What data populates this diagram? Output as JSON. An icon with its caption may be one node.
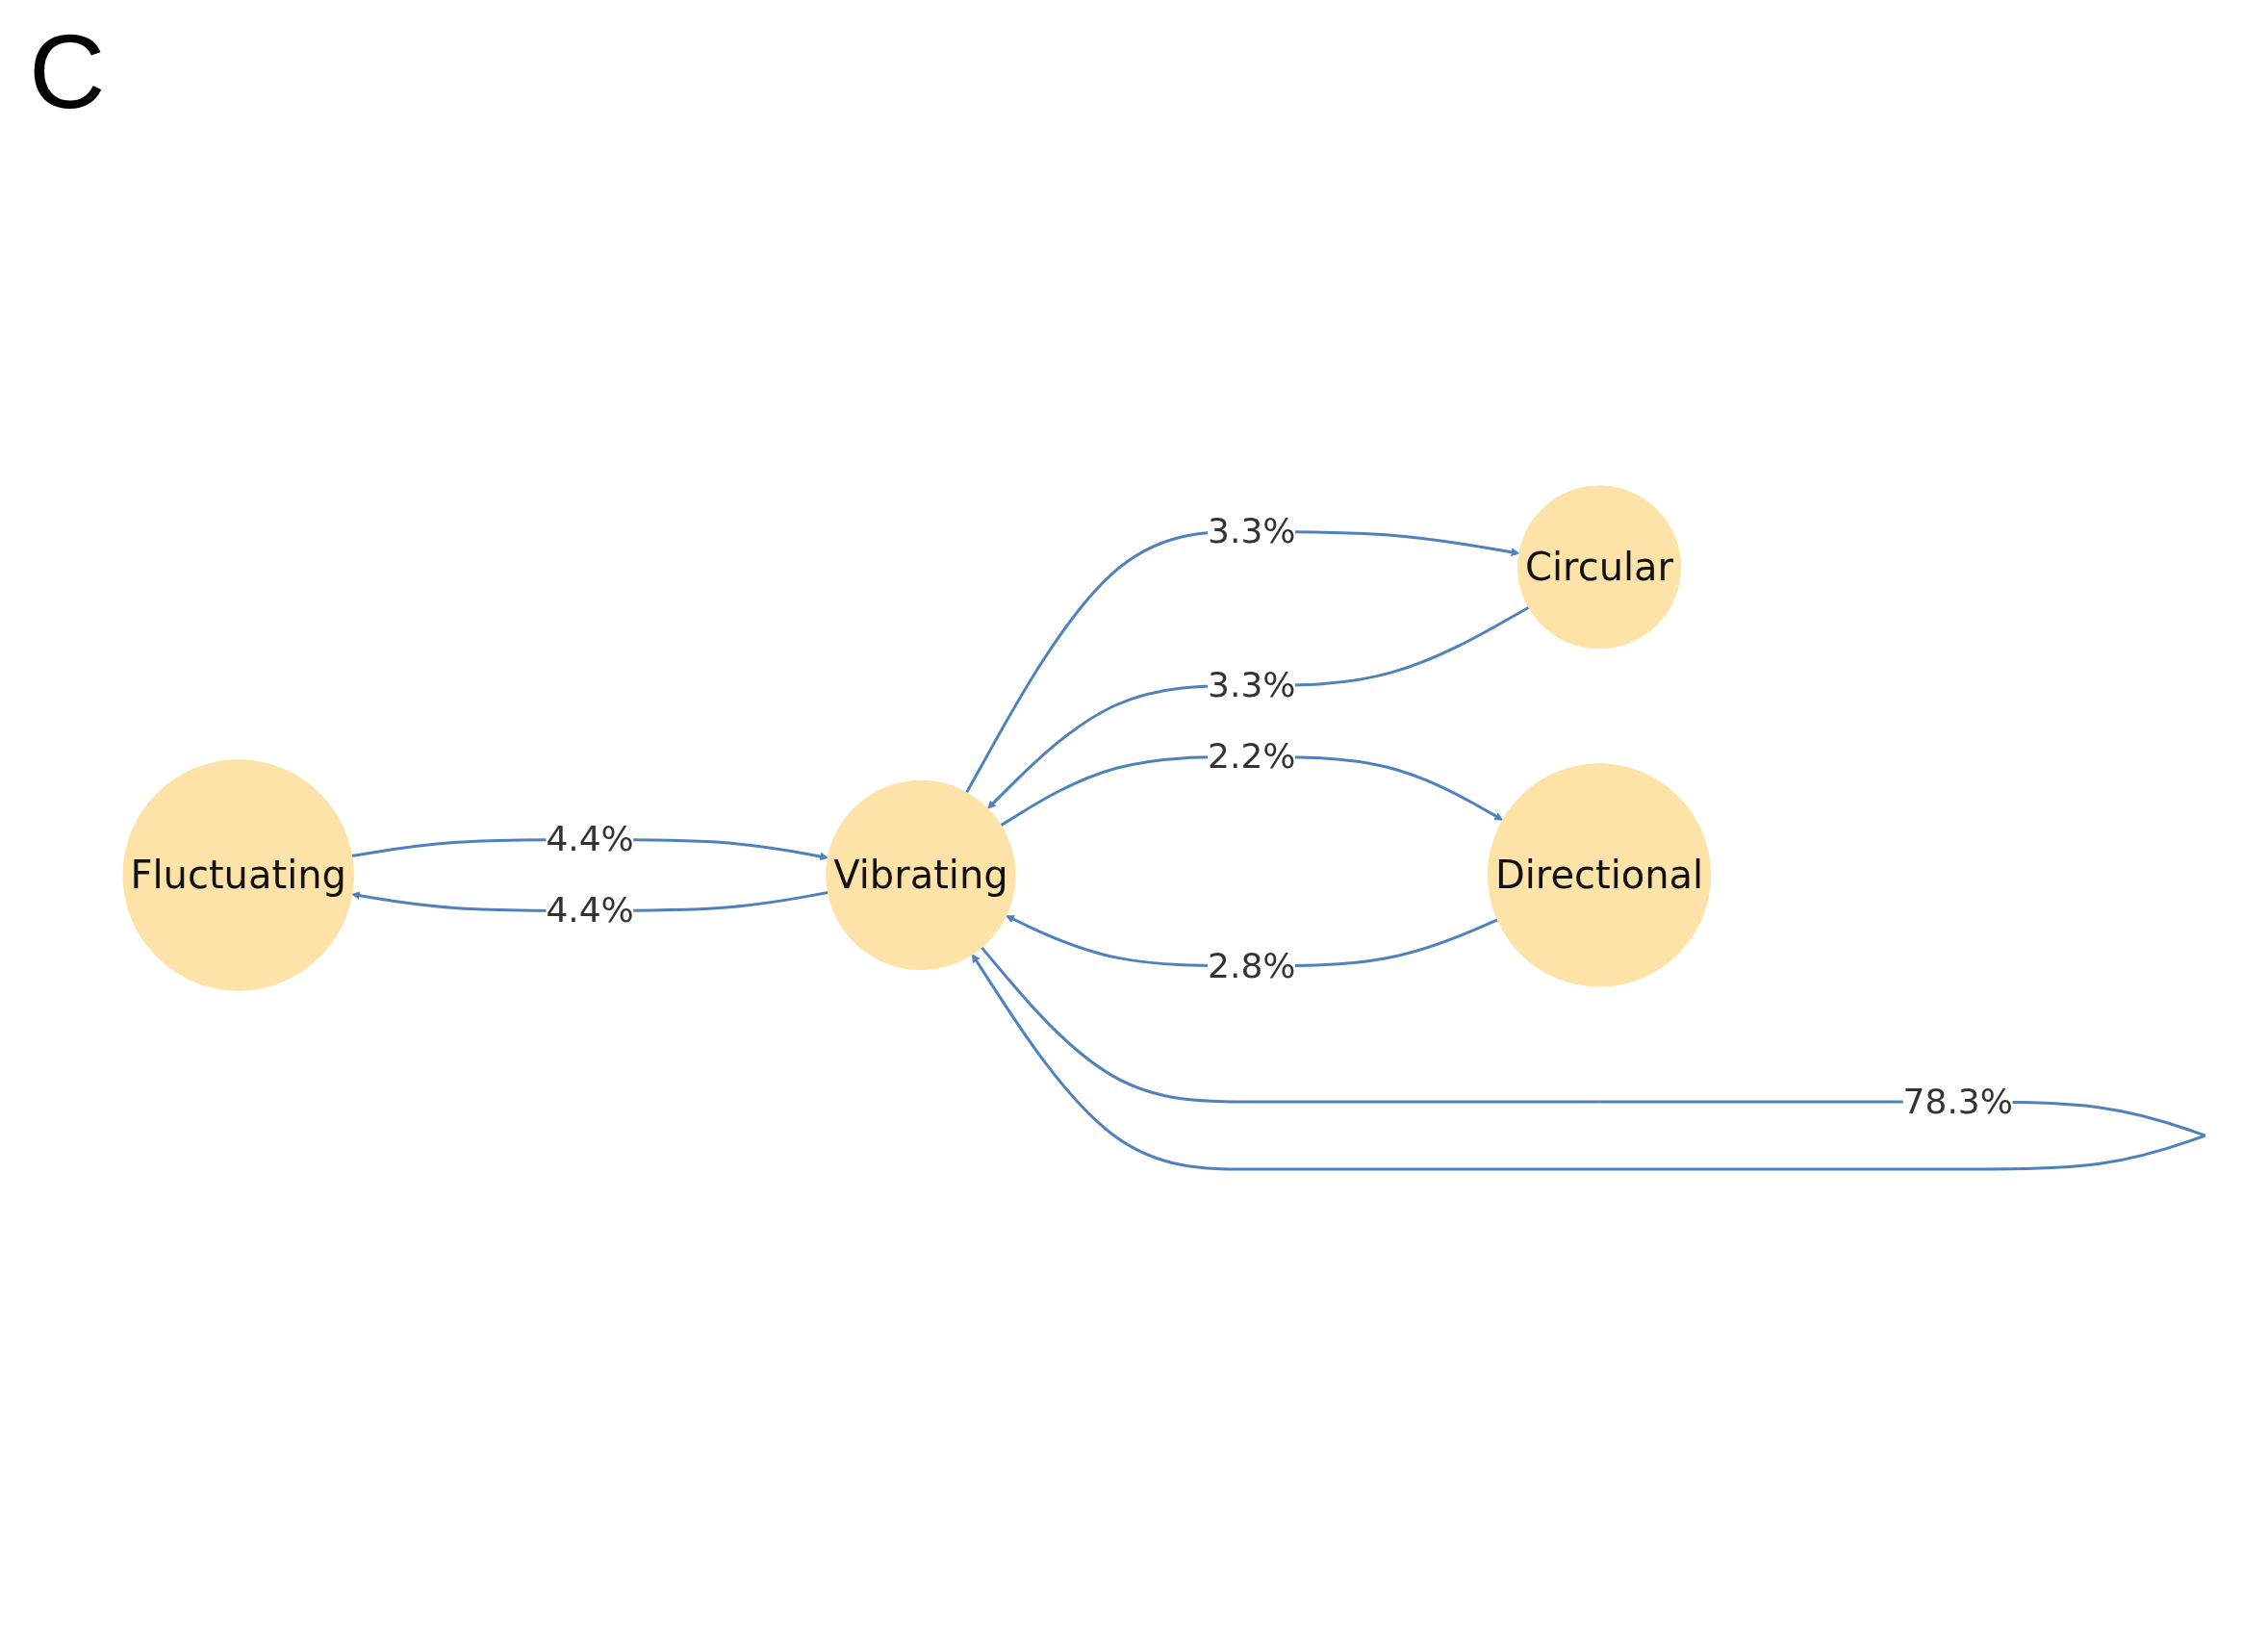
{
  "diagram": {
    "nodes": [
      {
        "text": [
          "Fluctuating"
        ]
      },
      {
        "text": [
          "Circular"
        ]
      },
      {
        "text": [
          "Directional"
        ]
      },
      {
        "text": [
          "Vibrating"
        ]
      }
    ],
    "edges": [
      {
        "from": 0,
        "to": 3,
        "arrow": "to",
        "label": "4.4%"
      },
      {
        "from": 1,
        "to": 3,
        "arrow": "to",
        "label": "3.3%"
      },
      {
        "from": 3,
        "to": 1,
        "arrow": "to",
        "label": "3.3%"
      },
      {
        "from": 2,
        "to": 3,
        "arrow": "to",
        "label": "2.8%"
      },
      {
        "from": 3,
        "to": 0,
        "arrow": "to",
        "label": "4.4%"
      },
      {
        "from": 3,
        "to": 2,
        "arrow": "to",
        "label": "2.2%"
      },
      {
        "from": 3,
        "to": 3,
        "arrow": "to",
        "label": "78.3%"
      }
    ],
    "labels": [
      "C"
    ]
  }
}
